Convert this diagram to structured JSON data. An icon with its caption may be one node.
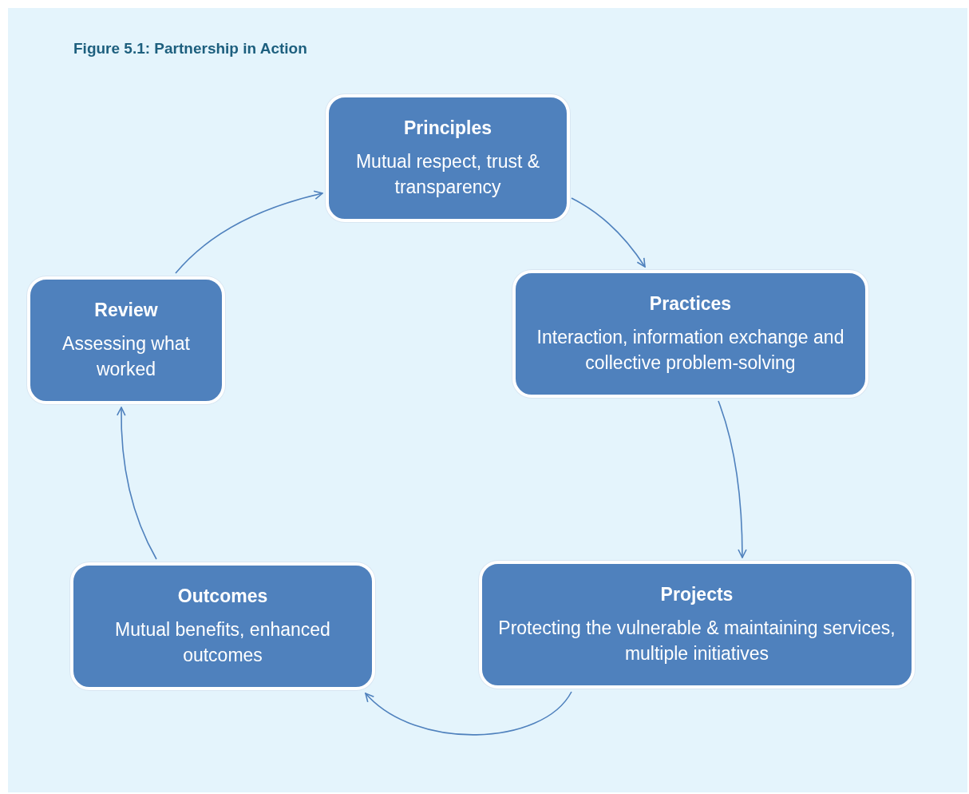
{
  "diagram": {
    "title": "Figure 5.1: Partnership in Action",
    "nodes": [
      {
        "text": [
          "Principles",
          "Mutual respect, trust & transparency"
        ]
      },
      {
        "text": [
          "Practices",
          "Interaction, information exchange and collective problem-solving"
        ]
      },
      {
        "text": [
          "Projects",
          "Protecting the vulnerable & maintaining services, multiple initiatives"
        ]
      },
      {
        "text": [
          "Outcomes",
          "Mutual benefits, enhanced outcomes"
        ]
      },
      {
        "text": [
          "Review",
          "Assessing what worked"
        ]
      }
    ],
    "edges": [
      {
        "from": 0,
        "to": 1,
        "arrow": "to"
      },
      {
        "from": 1,
        "to": 2,
        "arrow": "to"
      },
      {
        "from": 2,
        "to": 3,
        "arrow": "to"
      },
      {
        "from": 3,
        "to": 4,
        "arrow": "to"
      },
      {
        "from": 4,
        "to": 0,
        "arrow": "to"
      }
    ]
  }
}
